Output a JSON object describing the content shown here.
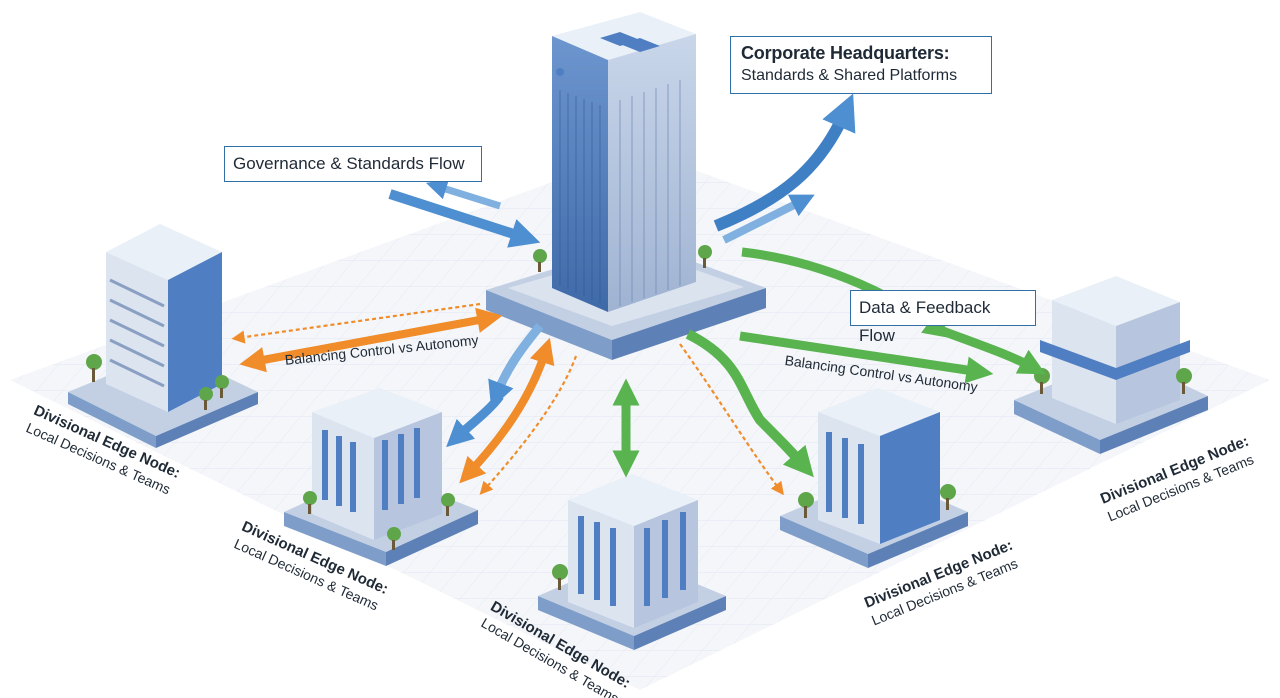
{
  "headquarters": {
    "title": "Corporate Headquarters:",
    "subtitle": "Standards & Shared Platforms"
  },
  "flows": {
    "governance": "Governance & Standards Flow",
    "data_feedback": "Data & Feedback Flow",
    "balance_left": "Balancing Control vs Autonomy",
    "balance_right": "Balancing Control vs Autonomy"
  },
  "nodes": [
    {
      "title": "Divisional Edge Node:",
      "subtitle": "Local Decisions & Teams"
    },
    {
      "title": "Divisional Edge Node:",
      "subtitle": "Local Decisions & Teams"
    },
    {
      "title": "Divisional Edge Node:",
      "subtitle": "Local Decisions & Teams"
    },
    {
      "title": "Divisional Edge Node:",
      "subtitle": "Local Decisions & Teams"
    },
    {
      "title": "Divisional Edge Node:",
      "subtitle": "Local Decisions & Teams"
    }
  ],
  "colors": {
    "governance_arrow": "#4d8fd0",
    "data_arrow": "#59b34f",
    "balance_arrow": "#f08d2a",
    "building_blue": "#4f7fc2",
    "box_border": "#2f6fa6"
  }
}
